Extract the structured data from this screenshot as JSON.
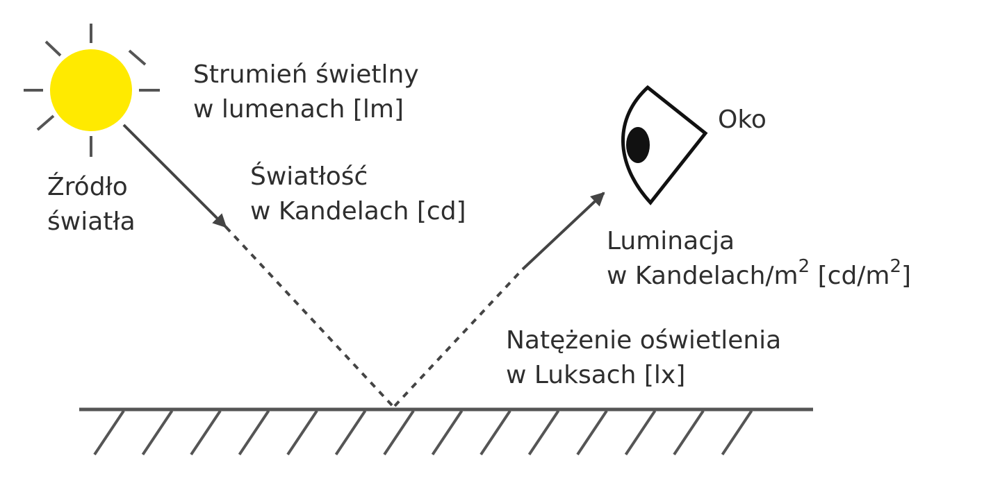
{
  "colors": {
    "sun": "#ffea00",
    "ray": "#444444",
    "line": "#555555",
    "text": "#2e2e2e",
    "eye": "#111111"
  },
  "icons": {
    "sun": "sun-icon",
    "eye": "eye-icon",
    "surface": "hatched-surface"
  },
  "labels": {
    "source": {
      "line1": "Źródło",
      "line2": "światła"
    },
    "flux": {
      "line1": "Strumień świetlny",
      "line2": "w lumenach [lm]"
    },
    "intensity": {
      "line1": "Światłość",
      "line2": "w Kandelach [cd]"
    },
    "eye": "Oko",
    "luminance": {
      "line1": "Luminacja",
      "line2_a": "w Kandelach/m",
      "line2_sup1": "2",
      "line2_b": " [cd/m",
      "line2_sup2": "2",
      "line2_c": "]"
    },
    "illuminance": {
      "line1": "Natężenie oświetlenia",
      "line2": "w Luksach [lx]"
    }
  }
}
